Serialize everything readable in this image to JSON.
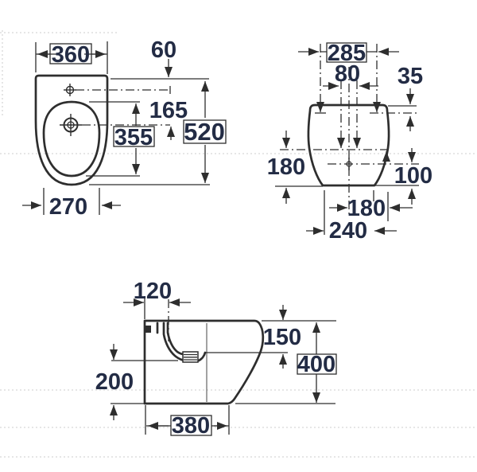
{
  "drawing_title": "bidet-three-view-dimension-drawing",
  "plan_view": {
    "top_width": "360",
    "fixing_hole_offset": "60",
    "total_length": "520",
    "tap_hole_offset": "165",
    "bowl_length": "355",
    "bowl_width": "270"
  },
  "front_view": {
    "fixing_hole_centers": "285",
    "tap_hole_centers": "80",
    "top_to_fixing_line": "35",
    "fixing_line_to_base": "180",
    "drain_line_to_base": "100",
    "center_to_side": "180",
    "base_width": "240"
  },
  "side_view": {
    "tap_from_back": "120",
    "rim_to_bowl_bottom": "150",
    "total_height": "400",
    "spout_height": "200",
    "base_depth": "380"
  },
  "colors": {
    "line": "#2e2e2e",
    "label_text": "#232c45",
    "background": "#ffffff",
    "scan_artifact": "#d9d9d9"
  }
}
